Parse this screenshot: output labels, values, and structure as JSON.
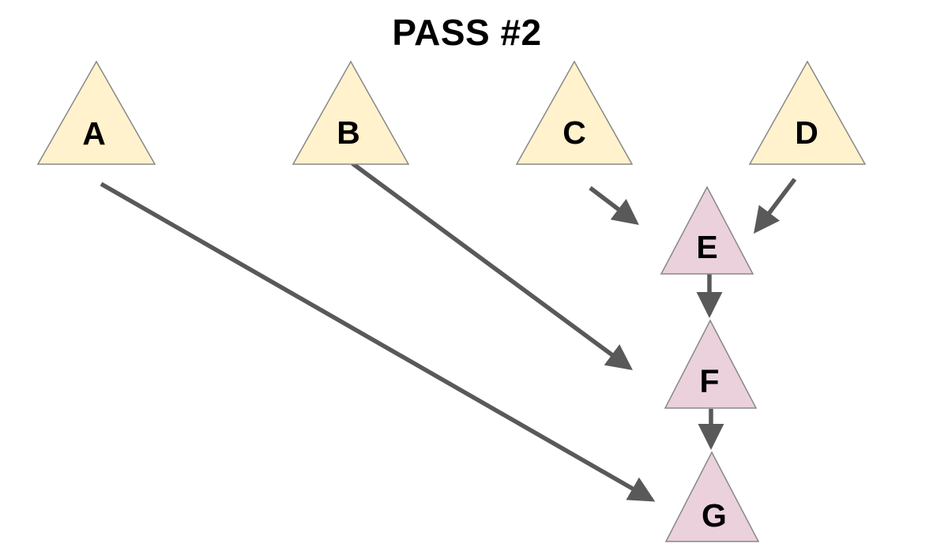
{
  "title": "PASS #2",
  "colors": {
    "background": "#ffffff",
    "source_node_fill": "#fff2cc",
    "merged_node_fill": "#ead1dc",
    "node_border": "#888888",
    "arrow": "#595959",
    "text": "#000000"
  },
  "nodes": [
    {
      "id": "A",
      "label": "A",
      "kind": "source"
    },
    {
      "id": "B",
      "label": "B",
      "kind": "source"
    },
    {
      "id": "C",
      "label": "C",
      "kind": "source"
    },
    {
      "id": "D",
      "label": "D",
      "kind": "source"
    },
    {
      "id": "E",
      "label": "E",
      "kind": "merged"
    },
    {
      "id": "F",
      "label": "F",
      "kind": "merged"
    },
    {
      "id": "G",
      "label": "G",
      "kind": "merged"
    }
  ],
  "edges": [
    {
      "from": "A",
      "to": "G"
    },
    {
      "from": "B",
      "to": "F"
    },
    {
      "from": "C",
      "to": "E"
    },
    {
      "from": "D",
      "to": "E"
    },
    {
      "from": "E",
      "to": "F"
    },
    {
      "from": "F",
      "to": "G"
    }
  ]
}
